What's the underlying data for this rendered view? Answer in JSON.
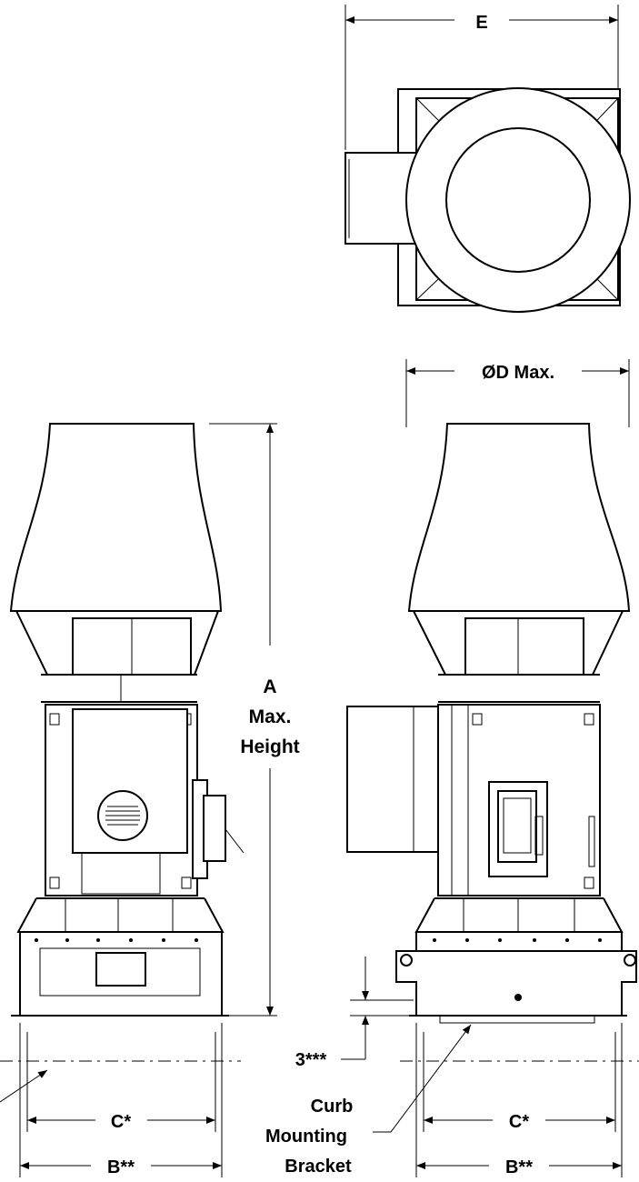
{
  "labels": {
    "dim_e": "E",
    "dim_od": "ØD Max.",
    "dim_a_line1": "A",
    "dim_a_line2": "Max.",
    "dim_a_line3": "Height",
    "dim_c_left": "C*",
    "dim_b_left": "B**",
    "dim_c_right": "C*",
    "dim_b_right": "B**",
    "dim_3": "3***",
    "curb_line1": "Curb",
    "curb_line2": "Mounting",
    "curb_line3": "Bracket"
  },
  "colors": {
    "line": "#000000",
    "background": "#ffffff"
  }
}
